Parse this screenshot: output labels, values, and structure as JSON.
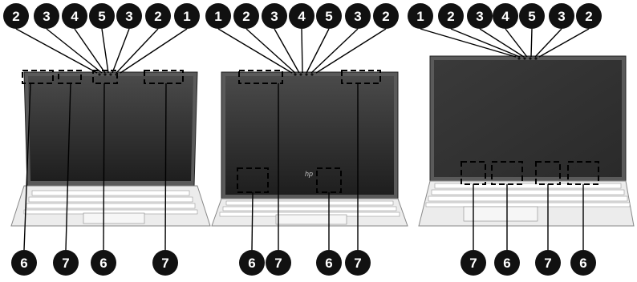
{
  "figure": {
    "panels": [
      {
        "id": "laptop-1",
        "top_callouts": [
          "2",
          "3",
          "4",
          "5",
          "3",
          "2",
          "1"
        ],
        "bottom_callouts": [
          "6",
          "7",
          "6",
          "7"
        ]
      },
      {
        "id": "laptop-2",
        "top_callouts": [
          "1",
          "2",
          "3",
          "4",
          "5",
          "3",
          "2"
        ],
        "bottom_callouts": [
          "6",
          "7",
          "6",
          "7"
        ]
      },
      {
        "id": "laptop-3",
        "top_callouts": [
          "1",
          "2",
          "3",
          "4",
          "5",
          "3",
          "2"
        ],
        "bottom_callouts": [
          "7",
          "6",
          "7",
          "6"
        ]
      }
    ],
    "colors": {
      "callout": "#111111",
      "line": "#000000",
      "screen_dark": "#2f2f2f",
      "bezel": "#555555",
      "chassis": "#e9e9e9",
      "key": "#ffffff"
    }
  }
}
